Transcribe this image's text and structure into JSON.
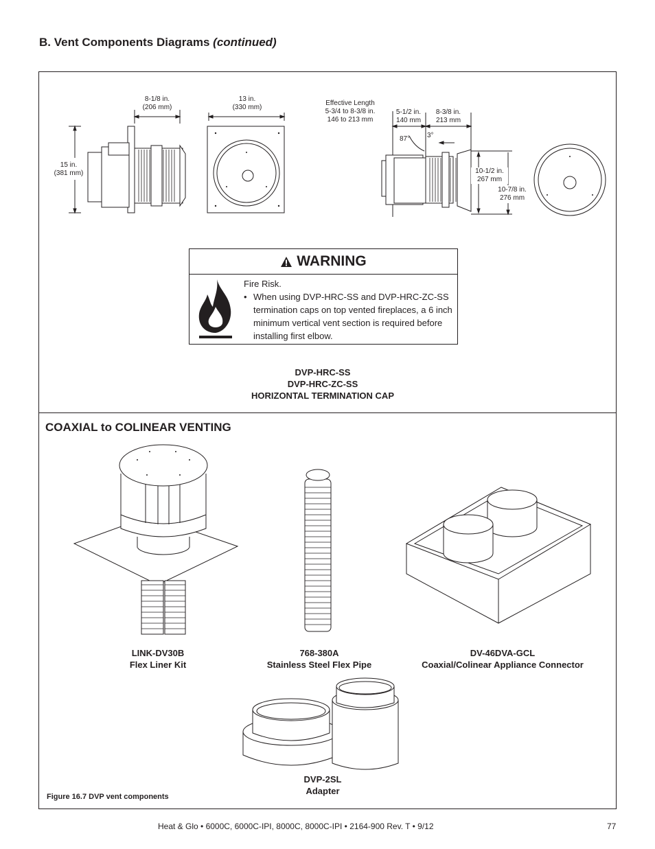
{
  "heading": {
    "main": "B.  Vent Components Diagrams ",
    "italic": "(continued)"
  },
  "diagram1": {
    "width_label": [
      "8-1/8 in.",
      "(206 mm)"
    ],
    "height_label": [
      "15 in.",
      "(381 mm)"
    ]
  },
  "diagram2": {
    "width_label": [
      "13 in.",
      "(330 mm)"
    ]
  },
  "diagram3": {
    "effective_label": [
      "Effective Length",
      "5-3/4 to 8-3/8 in.",
      "146 to 213 mm"
    ],
    "dim_a": [
      "5-1/2 in.",
      "140 mm"
    ],
    "dim_b": [
      "8-3/8 in.",
      "213 mm"
    ],
    "angle_a": "87°",
    "angle_b": "3°",
    "dim_c": [
      "10-1/2 in.",
      "267 mm"
    ],
    "dim_d": [
      "10-7/8 in.",
      "276 mm"
    ]
  },
  "warning": {
    "title": "WARNING",
    "intro": "Fire Risk.",
    "bullet_mark": "•",
    "bullet": "When using DVP-HRC-SS and DVP-HRC-ZC-SS termination caps on top vented fireplaces, a 6 inch minimum vertical vent section is required before installing first elbow."
  },
  "top_caption": [
    "DVP-HRC-SS",
    "DVP-HRC-ZC-SS",
    "HORIZONTAL TERMINATION CAP"
  ],
  "section_title": "COAXIAL to COLINEAR VENTING",
  "products": [
    {
      "code": "LINK-DV30B",
      "name": "Flex Liner Kit"
    },
    {
      "code": "768-380A",
      "name": "Stainless Steel Flex Pipe"
    },
    {
      "code": "DV-46DVA-GCL",
      "name": "Coaxial/Colinear Appliance Connector"
    },
    {
      "code": "DVP-2SL",
      "name": "Adapter"
    }
  ],
  "figure_caption": "Figure 16.7  DVP vent components",
  "footer": {
    "text": "Heat & Glo  •  6000C, 6000C-IPI, 8000C, 8000C-IPI  •  2164-900 Rev. T  •  9/12",
    "page": "77"
  }
}
